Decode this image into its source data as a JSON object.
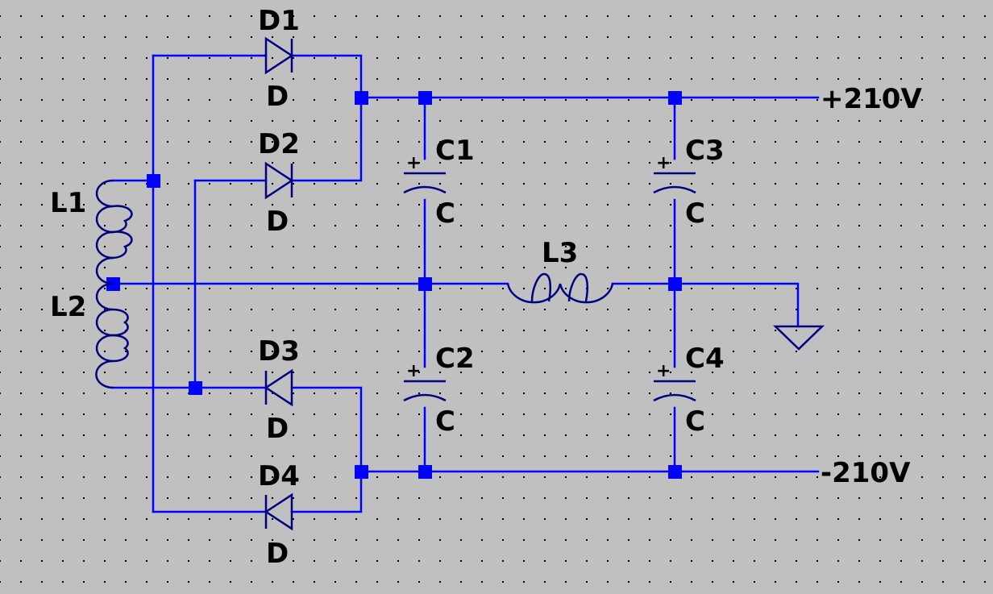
{
  "schematic": {
    "background": "#c0c0c0",
    "wire_color": "#0000ff",
    "symbol_color": "#000080",
    "grid_dots": true,
    "components": {
      "D1": {
        "name": "D1",
        "value": "D"
      },
      "D2": {
        "name": "D2",
        "value": "D"
      },
      "D3": {
        "name": "D3",
        "value": "D"
      },
      "D4": {
        "name": "D4",
        "value": "D"
      },
      "C1": {
        "name": "C1",
        "value": "C",
        "polarity": "+"
      },
      "C2": {
        "name": "C2",
        "value": "C",
        "polarity": "+"
      },
      "C3": {
        "name": "C3",
        "value": "C",
        "polarity": "+"
      },
      "C4": {
        "name": "C4",
        "value": "C",
        "polarity": "+"
      },
      "L1": {
        "name": "L1"
      },
      "L2": {
        "name": "L2"
      },
      "L3": {
        "name": "L3"
      }
    },
    "net_labels": {
      "positive": "+210V",
      "negative": "-210V"
    },
    "icons": [
      "ground-icon"
    ]
  }
}
